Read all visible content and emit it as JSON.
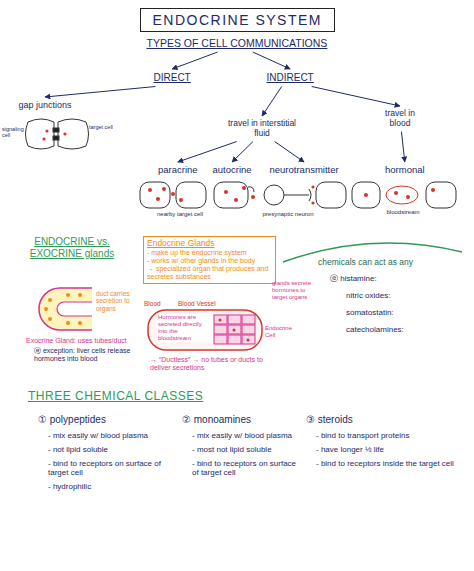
{
  "diagram": {
    "title": "ENDOCRINE SYSTEM",
    "nodes": [
      {
        "text": [
          "TYPES OF CELL COMMUNICATIONS"
        ]
      },
      {
        "text": [
          "DIRECT"
        ]
      },
      {
        "text": [
          "INDIRECT"
        ]
      },
      {
        "text": [
          "gap junctions"
        ]
      },
      {
        "text": [
          "travel in interstitial fluid"
        ]
      },
      {
        "text": [
          "travel in blood"
        ]
      },
      {
        "text": [
          "paracrine"
        ]
      },
      {
        "text": [
          "autocrine"
        ]
      },
      {
        "text": [
          "neurotransmitter"
        ]
      },
      {
        "text": [
          "hormonal"
        ]
      },
      {
        "text": [
          "Endocrine Glands",
          "- make up the endocrine system",
          "- works w/ other glands in the body",
          "→ specialized organ that produces and secretes substances"
        ]
      }
    ],
    "edges": [
      {
        "from": 0,
        "to": 1,
        "arrow": "to"
      },
      {
        "from": 0,
        "to": 2,
        "arrow": "to"
      },
      {
        "from": 1,
        "to": 3,
        "arrow": "to"
      },
      {
        "from": 2,
        "to": 4,
        "arrow": "to"
      },
      {
        "from": 2,
        "to": 5,
        "arrow": "to"
      },
      {
        "from": 4,
        "to": 6,
        "arrow": "to"
      },
      {
        "from": 4,
        "to": 7,
        "arrow": "to"
      },
      {
        "from": 4,
        "to": 8,
        "arrow": "to"
      },
      {
        "from": 5,
        "to": 9,
        "arrow": "to"
      }
    ],
    "labels": [
      "signaling cell",
      "target cell",
      "nearby target cell",
      "presynaptic neuron",
      "bloodstream",
      "ENDOCRINE vs. EXOCRINE glands",
      "duct carries secretion to organs",
      "Exocrine Gland: uses tubes/duct",
      "ⓔ exception: liver cells release hormones into blood",
      "Blood",
      "Blood Vessel",
      "Hormones are secreted directly into the bloodstream",
      "Endocrine Cell",
      "glands secrete hormones to target organs",
      "→ “Ductless” → no tubes or ducts to deliver secretions",
      "chemicals can act as any",
      "ⓔ histamine:",
      "nitric oxides:",
      "somatostatin:",
      "catecholamines:",
      "THREE CHEMICAL CLASSES",
      "① polypeptides",
      "- mix easily w/ blood plasma",
      "- not lipid soluble",
      "- bind to receptors on surface of target cell",
      "- hydrophilic",
      "② monoamines",
      "- mix easily w/ blood plasma",
      "- most not lipid soluble",
      "- bind to receptors on surface of target cell",
      "③ steroids",
      "- bind to transport proteins",
      "- have longer ½ life",
      "- bind to receptors inside the target cell"
    ]
  }
}
